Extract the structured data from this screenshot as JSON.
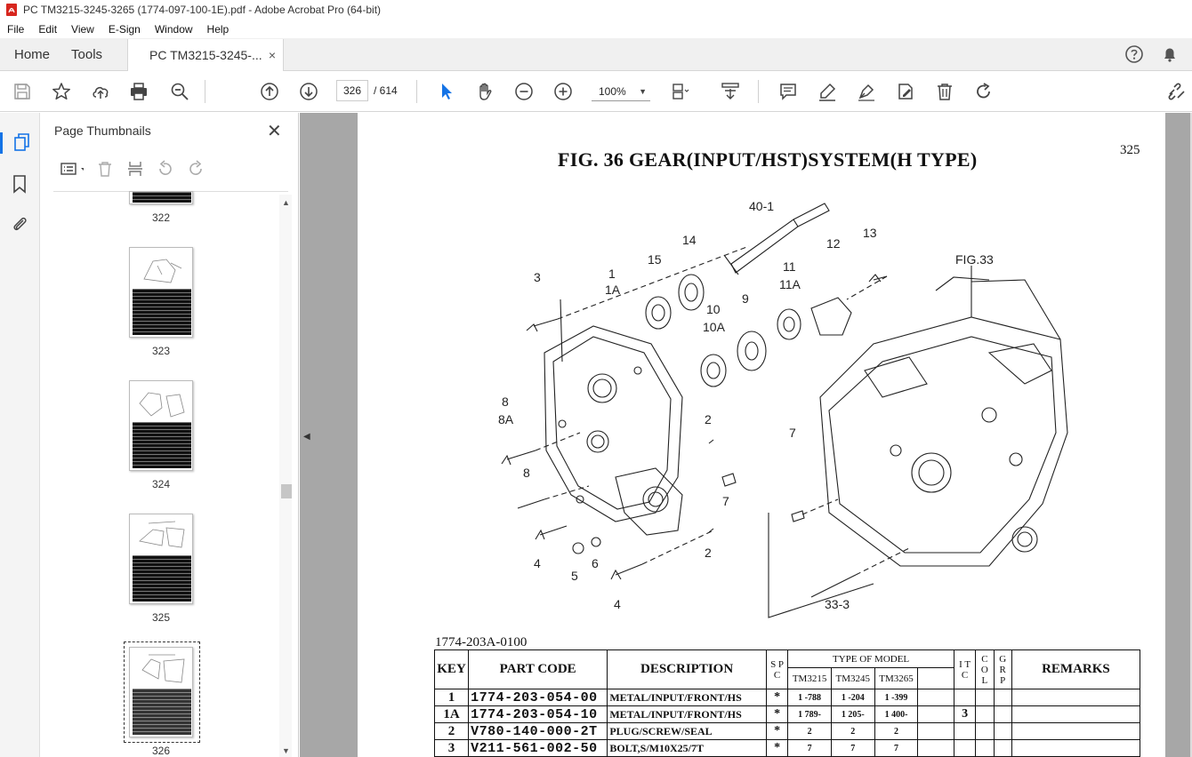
{
  "window": {
    "title": "PC TM3215-3245-3265 (1774-097-100-1E).pdf - Adobe Acrobat Pro (64-bit)"
  },
  "menu": [
    "File",
    "Edit",
    "View",
    "E-Sign",
    "Window",
    "Help"
  ],
  "tabs": {
    "home": "Home",
    "tools": "Tools",
    "document": "PC TM3215-3245-...",
    "close": "×"
  },
  "toolbar": {
    "current_page": "326",
    "total_pages": "/  614",
    "zoom": "100%"
  },
  "thumbnails_panel": {
    "title": "Page Thumbnails",
    "close": "✕",
    "pages": [
      "322",
      "323",
      "324",
      "325",
      "326"
    ]
  },
  "document": {
    "figure_title": "FIG. 36  GEAR(INPUT/HST)SYSTEM(H TYPE)",
    "page_number": "325",
    "assembly_code": "1774-203A-0100",
    "callouts": [
      "40-1",
      "14",
      "15",
      "3",
      "1",
      "1A",
      "10",
      "10A",
      "9",
      "11",
      "11A",
      "12",
      "13",
      "FIG.33",
      "8",
      "8A",
      "2",
      "7",
      "7",
      "8",
      "2",
      "4",
      "5",
      "6",
      "4",
      "33-3"
    ],
    "table": {
      "headers": {
        "key": "KEY",
        "part_code": "PART CODE",
        "description": "DESCRIPTION",
        "spc": "S P C",
        "type_of_model": "TYPE OF MODEL",
        "models": [
          "TM3215",
          "TM3245",
          "TM3265"
        ],
        "itc": "I T C",
        "col": "C O L",
        "grp": "G R P",
        "remarks": "REMARKS"
      },
      "rows": [
        {
          "key": "1",
          "code": "1774-203-054-00",
          "desc": "METAL/INPUT/FRONT/HS",
          "spc": "*",
          "m1": "1 -788",
          "m2": "1 -204",
          "m3": "1 -399",
          "itc": ""
        },
        {
          "key": "1A",
          "code": "1774-203-054-10",
          "desc": "METAL/INPUT/FRONT/HS",
          "spc": "*",
          "m1": "1 789-",
          "m2": "1 205-",
          "m3": "1 400-",
          "itc": "3"
        },
        {
          "key": "2",
          "code": "V780-140-000-2T",
          "desc": "PLUG/SCREW/SEAL",
          "spc": "*",
          "m1": "2",
          "m2": "2",
          "m3": "2",
          "itc": ""
        },
        {
          "key": "3",
          "code": "V211-561-002-50",
          "desc": "BOLT,S/M10X25/7T",
          "spc": "*",
          "m1": "7",
          "m2": "7",
          "m3": "7",
          "itc": ""
        }
      ]
    }
  },
  "colors": {
    "accent": "#1473e6",
    "doc_background": "#a7a7a7",
    "app_icon": "#d7261e"
  }
}
